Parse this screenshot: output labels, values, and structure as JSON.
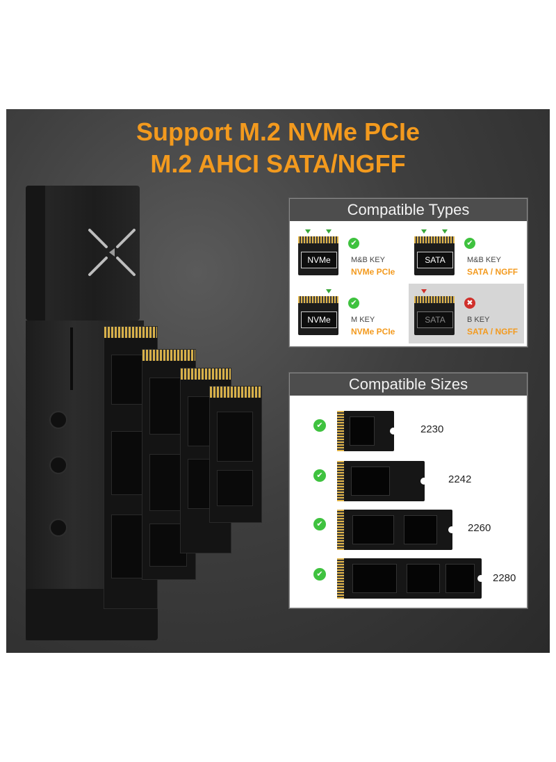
{
  "headline": {
    "line1": "Support M.2 NVMe PCIe",
    "line2": "M.2 AHCI SATA/NGFF"
  },
  "types": {
    "title": "Compatible Types",
    "items": [
      {
        "chip": "NVMe",
        "key": "M&B KEY",
        "protocol": "NVMe  PCIe",
        "supported": true,
        "status_icon": "check-icon"
      },
      {
        "chip": "SATA",
        "key": "M&B KEY",
        "protocol": "SATA / NGFF",
        "supported": true,
        "status_icon": "check-icon"
      },
      {
        "chip": "NVMe",
        "key": "M KEY",
        "protocol": "NVMe PCIe",
        "supported": true,
        "status_icon": "check-icon"
      },
      {
        "chip": "SATA",
        "key": "B KEY",
        "protocol": "SATA / NGFF",
        "supported": false,
        "status_icon": "cross-icon"
      }
    ]
  },
  "sizes": {
    "title": "Compatible Sizes",
    "items": [
      {
        "label": "2230",
        "supported": true
      },
      {
        "label": "2242",
        "supported": true
      },
      {
        "label": "2260",
        "supported": true
      },
      {
        "label": "2280",
        "supported": true
      }
    ]
  },
  "colors": {
    "accent": "#f39a1e",
    "check": "#3fc23f",
    "cross": "#d0302b",
    "panel_header": "#4d4d4d",
    "background": "#3e3e3e"
  }
}
